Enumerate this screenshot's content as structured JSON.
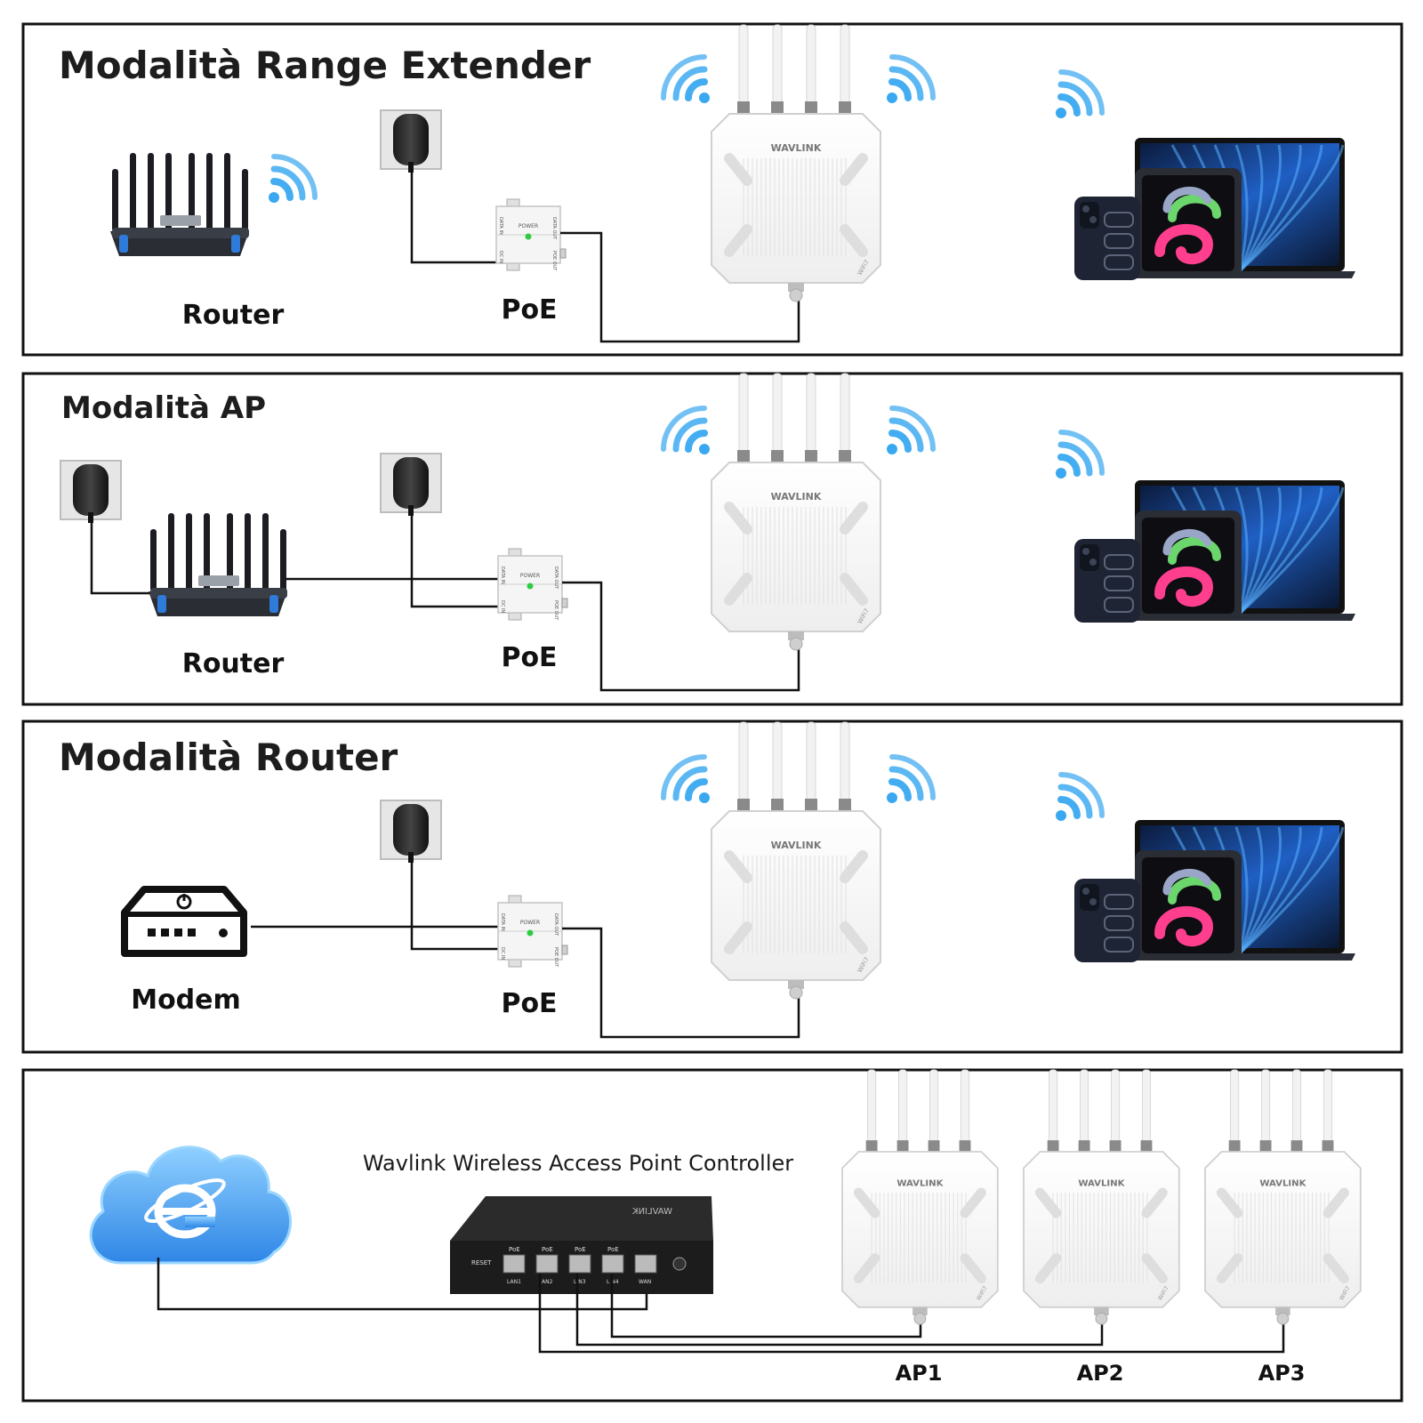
{
  "panels": [
    {
      "title": "Modalità Range Extender",
      "source_label": "Router",
      "poe_label": "PoE"
    },
    {
      "title": "Modalità AP",
      "source_label": "Router",
      "poe_label": "PoE"
    },
    {
      "title": "Modalità Router",
      "source_label": "Modem",
      "poe_label": "PoE"
    }
  ],
  "controller_panel": {
    "controller_title": "Wavlink Wireless Access Point Controller",
    "access_points": [
      "AP1",
      "AP2",
      "AP3"
    ],
    "switch_port_labels": [
      "PoE",
      "PoE",
      "PoE",
      "PoE"
    ],
    "switch_bottom_labels": [
      "LAN1",
      "AN2",
      "L N3",
      "L N4",
      "WAN"
    ],
    "switch_reset_label": "RESET",
    "switch_brand_mirrored": "WAVLINK"
  },
  "device_brand": "WAVLINK",
  "device_corner_mark": "WiFi7",
  "poe_face_text": "POWER",
  "poe_side_labels": [
    "DATA IN",
    "DATA OUT",
    "POE OUT",
    "DC IN"
  ],
  "icons": {
    "wifi": "wifi-signal-icon",
    "plug": "power-adapter-icon",
    "router": "router-icon",
    "modem": "modem-icon",
    "cloud": "internet-cloud-icon",
    "switch": "poe-switch-icon",
    "access_point": "outdoor-access-point-icon",
    "devices": "client-devices-icon"
  },
  "colors": {
    "wifi_blue": "#3aa8f0",
    "frame_border": "#111111",
    "text": "#1d1d1d",
    "ap_body": "#f7f7f7",
    "cloud_blue": "#4aa6f2",
    "switch_body": "#1f1f1f",
    "poe_led": "#2ecc40"
  }
}
